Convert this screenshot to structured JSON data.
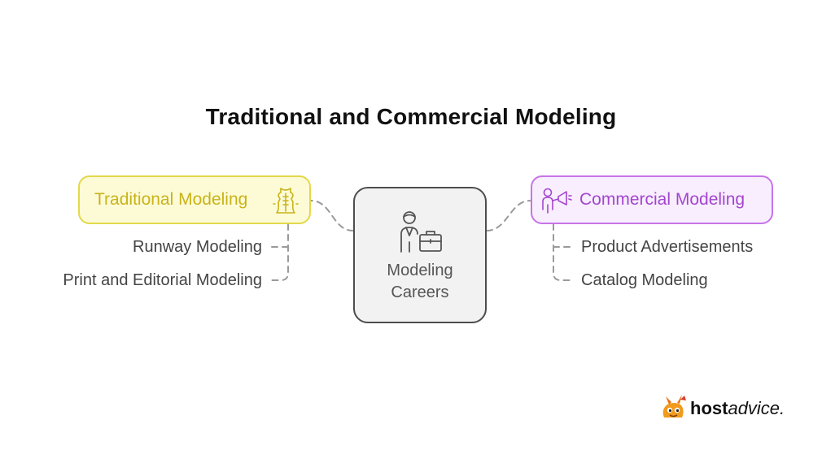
{
  "title": "Traditional and Commercial Modeling",
  "center": {
    "label_line1": "Modeling",
    "label_line2": "Careers",
    "icon": "professional-with-briefcase-icon"
  },
  "left_branch": {
    "label": "Traditional Modeling",
    "icon": "dress-corset-icon",
    "children": [
      "Runway Modeling",
      "Print and Editorial Modeling"
    ]
  },
  "right_branch": {
    "label": "Commercial Modeling",
    "icon": "person-megaphone-icon",
    "children": [
      "Product Advertisements",
      "Catalog Modeling"
    ]
  },
  "logo": {
    "bold": "host",
    "rest": "advice."
  },
  "colors": {
    "traditional_fill": "#fdfbd6",
    "traditional_stroke": "#e3d84a",
    "traditional_text": "#c9b31a",
    "commercial_fill": "#f8eefd",
    "commercial_stroke": "#c774e8",
    "commercial_text": "#a345cf",
    "center_fill": "#f2f2f2",
    "center_stroke": "#4d4d4d"
  }
}
